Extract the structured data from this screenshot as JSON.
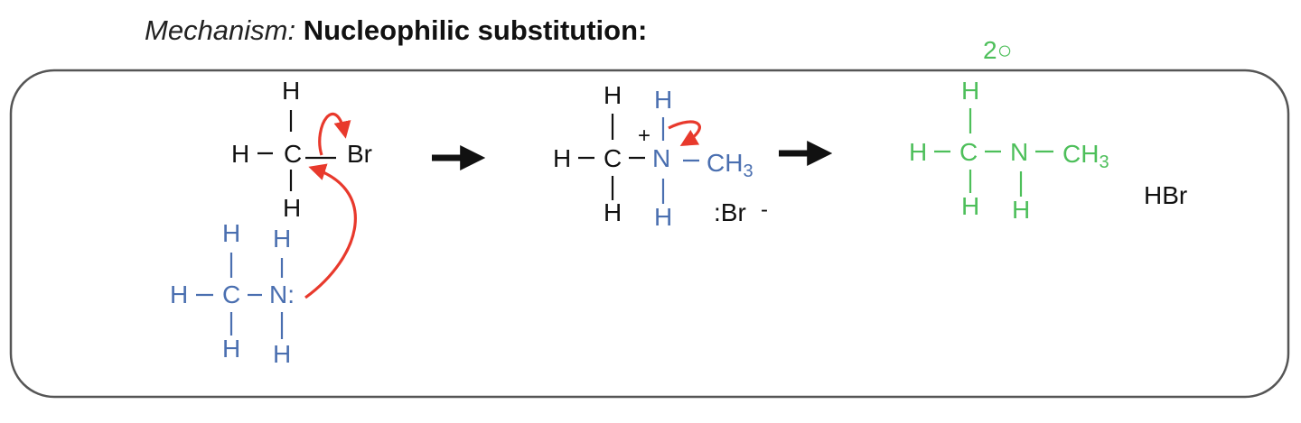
{
  "heading": {
    "mechanism_label": "Mechanism:",
    "title": "Nucleophilic substitution:"
  },
  "colors": {
    "black": "#111111",
    "blue": "#4a6fb0",
    "green": "#4dbf5a",
    "red": "#e8392c",
    "frame": "#555555"
  },
  "diagram": {
    "reactant_halide": {
      "h_top": "H",
      "h_left": "H",
      "c": "C",
      "br": "Br",
      "h_bottom": "H"
    },
    "nucleophile": {
      "h_left": "H",
      "c": "C",
      "n": "N:",
      "h_c_top": "H",
      "h_c_bottom": "H",
      "h_n_top": "H",
      "h_n_bottom": "H"
    },
    "intermediate": {
      "h_top": "H",
      "h_left": "H",
      "c": "C",
      "charge": "+",
      "n": "N",
      "h_n_top": "H",
      "ch3": "CH",
      "ch3_sub": "3",
      "h_bottom": "H",
      "h_n_bottom": "H",
      "bromide": ":Br",
      "bromide_charge": "-"
    },
    "product": {
      "degree": "2○",
      "h_top": "H",
      "h_left": "H",
      "c": "C",
      "n": "N",
      "ch3": "CH",
      "ch3_sub": "3",
      "h_bottom": "H",
      "h_n_bottom": "H"
    },
    "byproduct": "HBr"
  }
}
